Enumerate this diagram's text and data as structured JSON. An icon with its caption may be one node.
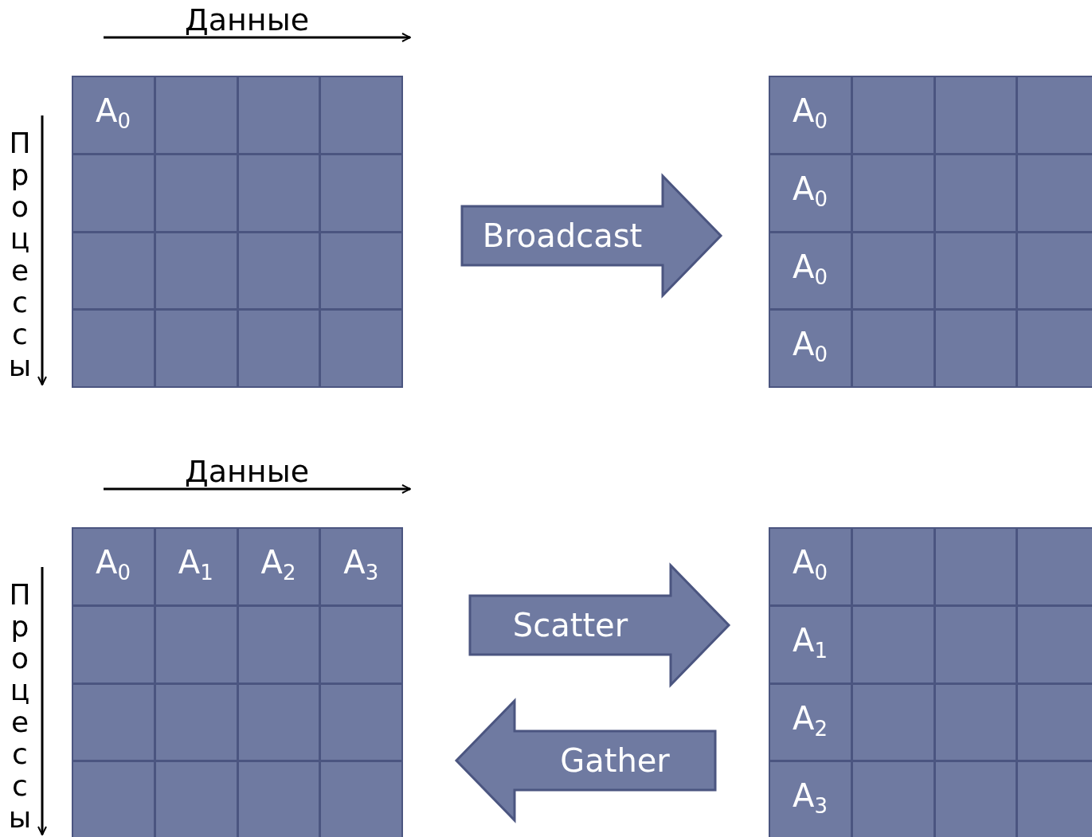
{
  "diagram": {
    "nodes": [
      {
        "text": [],
        "shape": "box"
      },
      {
        "text": [
          "A$_{0}$"
        ],
        "in": 0
      },
      {
        "text": [],
        "shape": "box",
        "in": 0
      },
      {
        "text": [],
        "shape": "box",
        "in": 0
      },
      {
        "text": [],
        "shape": "box",
        "in": 0
      },
      {
        "text": [],
        "shape": "box",
        "in": 0
      },
      {
        "text": [],
        "shape": "box",
        "in": 0
      },
      {
        "text": [],
        "shape": "box",
        "in": 0
      },
      {
        "text": [],
        "shape": "box",
        "in": 0
      },
      {
        "text": [],
        "shape": "box",
        "in": 0
      },
      {
        "text": [],
        "shape": "box",
        "in": 0
      },
      {
        "text": [],
        "shape": "box",
        "in": 0
      },
      {
        "text": [],
        "shape": "box",
        "in": 0
      },
      {
        "text": [],
        "shape": "box",
        "in": 0
      },
      {
        "text": [],
        "shape": "box",
        "in": 0
      },
      {
        "text": [],
        "shape": "box",
        "in": 0
      },
      {
        "text": [],
        "shape": "box",
        "in": 0
      },
      {
        "text": [],
        "shape": "box"
      },
      {
        "text": [
          "A$_{0}$"
        ],
        "in": 17
      },
      {
        "text": [],
        "shape": "box",
        "in": 17
      },
      {
        "text": [],
        "shape": "box",
        "in": 17
      },
      {
        "text": [],
        "shape": "box",
        "in": 17
      },
      {
        "text": [
          "A$_{0}$"
        ],
        "in": 17
      },
      {
        "text": [],
        "shape": "box",
        "in": 17
      },
      {
        "text": [],
        "shape": "box",
        "in": 17
      },
      {
        "text": [],
        "shape": "box",
        "in": 17
      },
      {
        "text": [
          "A$_{0}$"
        ],
        "in": 17
      },
      {
        "text": [],
        "shape": "box",
        "in": 17
      },
      {
        "text": [],
        "shape": "box",
        "in": 17
      },
      {
        "text": [],
        "shape": "box",
        "in": 17
      },
      {
        "text": [
          "A$_{0}$"
        ],
        "in": 17
      },
      {
        "text": [],
        "shape": "box",
        "in": 17
      },
      {
        "text": [],
        "shape": "box",
        "in": 17
      },
      {
        "text": [],
        "shape": "box",
        "in": 17
      },
      {
        "text": [],
        "shape": "box"
      },
      {
        "text": [
          "A$_{0}$"
        ],
        "in": 34
      },
      {
        "text": [
          "A$_{1}$"
        ],
        "in": 34
      },
      {
        "text": [
          "A$_{2}$"
        ],
        "in": 34
      },
      {
        "text": [
          "A$_{3}$"
        ],
        "in": 34
      },
      {
        "text": [],
        "shape": "box",
        "in": 34
      },
      {
        "text": [],
        "shape": "box",
        "in": 34
      },
      {
        "text": [],
        "shape": "box",
        "in": 34
      },
      {
        "text": [],
        "shape": "box",
        "in": 34
      },
      {
        "text": [],
        "shape": "box",
        "in": 34
      },
      {
        "text": [],
        "shape": "box",
        "in": 34
      },
      {
        "text": [],
        "shape": "box",
        "in": 34
      },
      {
        "text": [],
        "shape": "box",
        "in": 34
      },
      {
        "text": [],
        "shape": "box",
        "in": 34
      },
      {
        "text": [],
        "shape": "box",
        "in": 34
      },
      {
        "text": [],
        "shape": "box",
        "in": 34
      },
      {
        "text": [],
        "shape": "box",
        "in": 34
      },
      {
        "text": [],
        "shape": "box"
      },
      {
        "text": [
          "A$_{0}$"
        ],
        "in": 51
      },
      {
        "text": [],
        "shape": "box",
        "in": 51
      },
      {
        "text": [],
        "shape": "box",
        "in": 51
      },
      {
        "text": [],
        "shape": "box",
        "in": 51
      },
      {
        "text": [
          "A$_{1}$"
        ],
        "in": 51
      },
      {
        "text": [],
        "shape": "box",
        "in": 51
      },
      {
        "text": [],
        "shape": "box",
        "in": 51
      },
      {
        "text": [],
        "shape": "box",
        "in": 51
      },
      {
        "text": [
          "A$_{2}$"
        ],
        "in": 51
      },
      {
        "text": [],
        "shape": "box",
        "in": 51
      },
      {
        "text": [],
        "shape": "box",
        "in": 51
      },
      {
        "text": [],
        "shape": "box",
        "in": 51
      },
      {
        "text": [
          "A$_{3}$"
        ],
        "in": 51
      },
      {
        "text": [],
        "shape": "box",
        "in": 51
      },
      {
        "text": [],
        "shape": "box",
        "in": 51
      },
      {
        "text": [],
        "shape": "box",
        "in": 51
      }
    ],
    "edges": [
      {
        "from": 0,
        "to": 17,
        "arrow": "to",
        "label": "Broadcast"
      },
      {
        "from": 34,
        "to": 51,
        "arrow": "to",
        "label": "Scatter"
      },
      {
        "from": 51,
        "to": 34,
        "arrow": "to",
        "label": "Gather"
      }
    ],
    "labels": [
      "Данные",
      "Процессы",
      "Данные",
      "Процессы"
    ]
  }
}
